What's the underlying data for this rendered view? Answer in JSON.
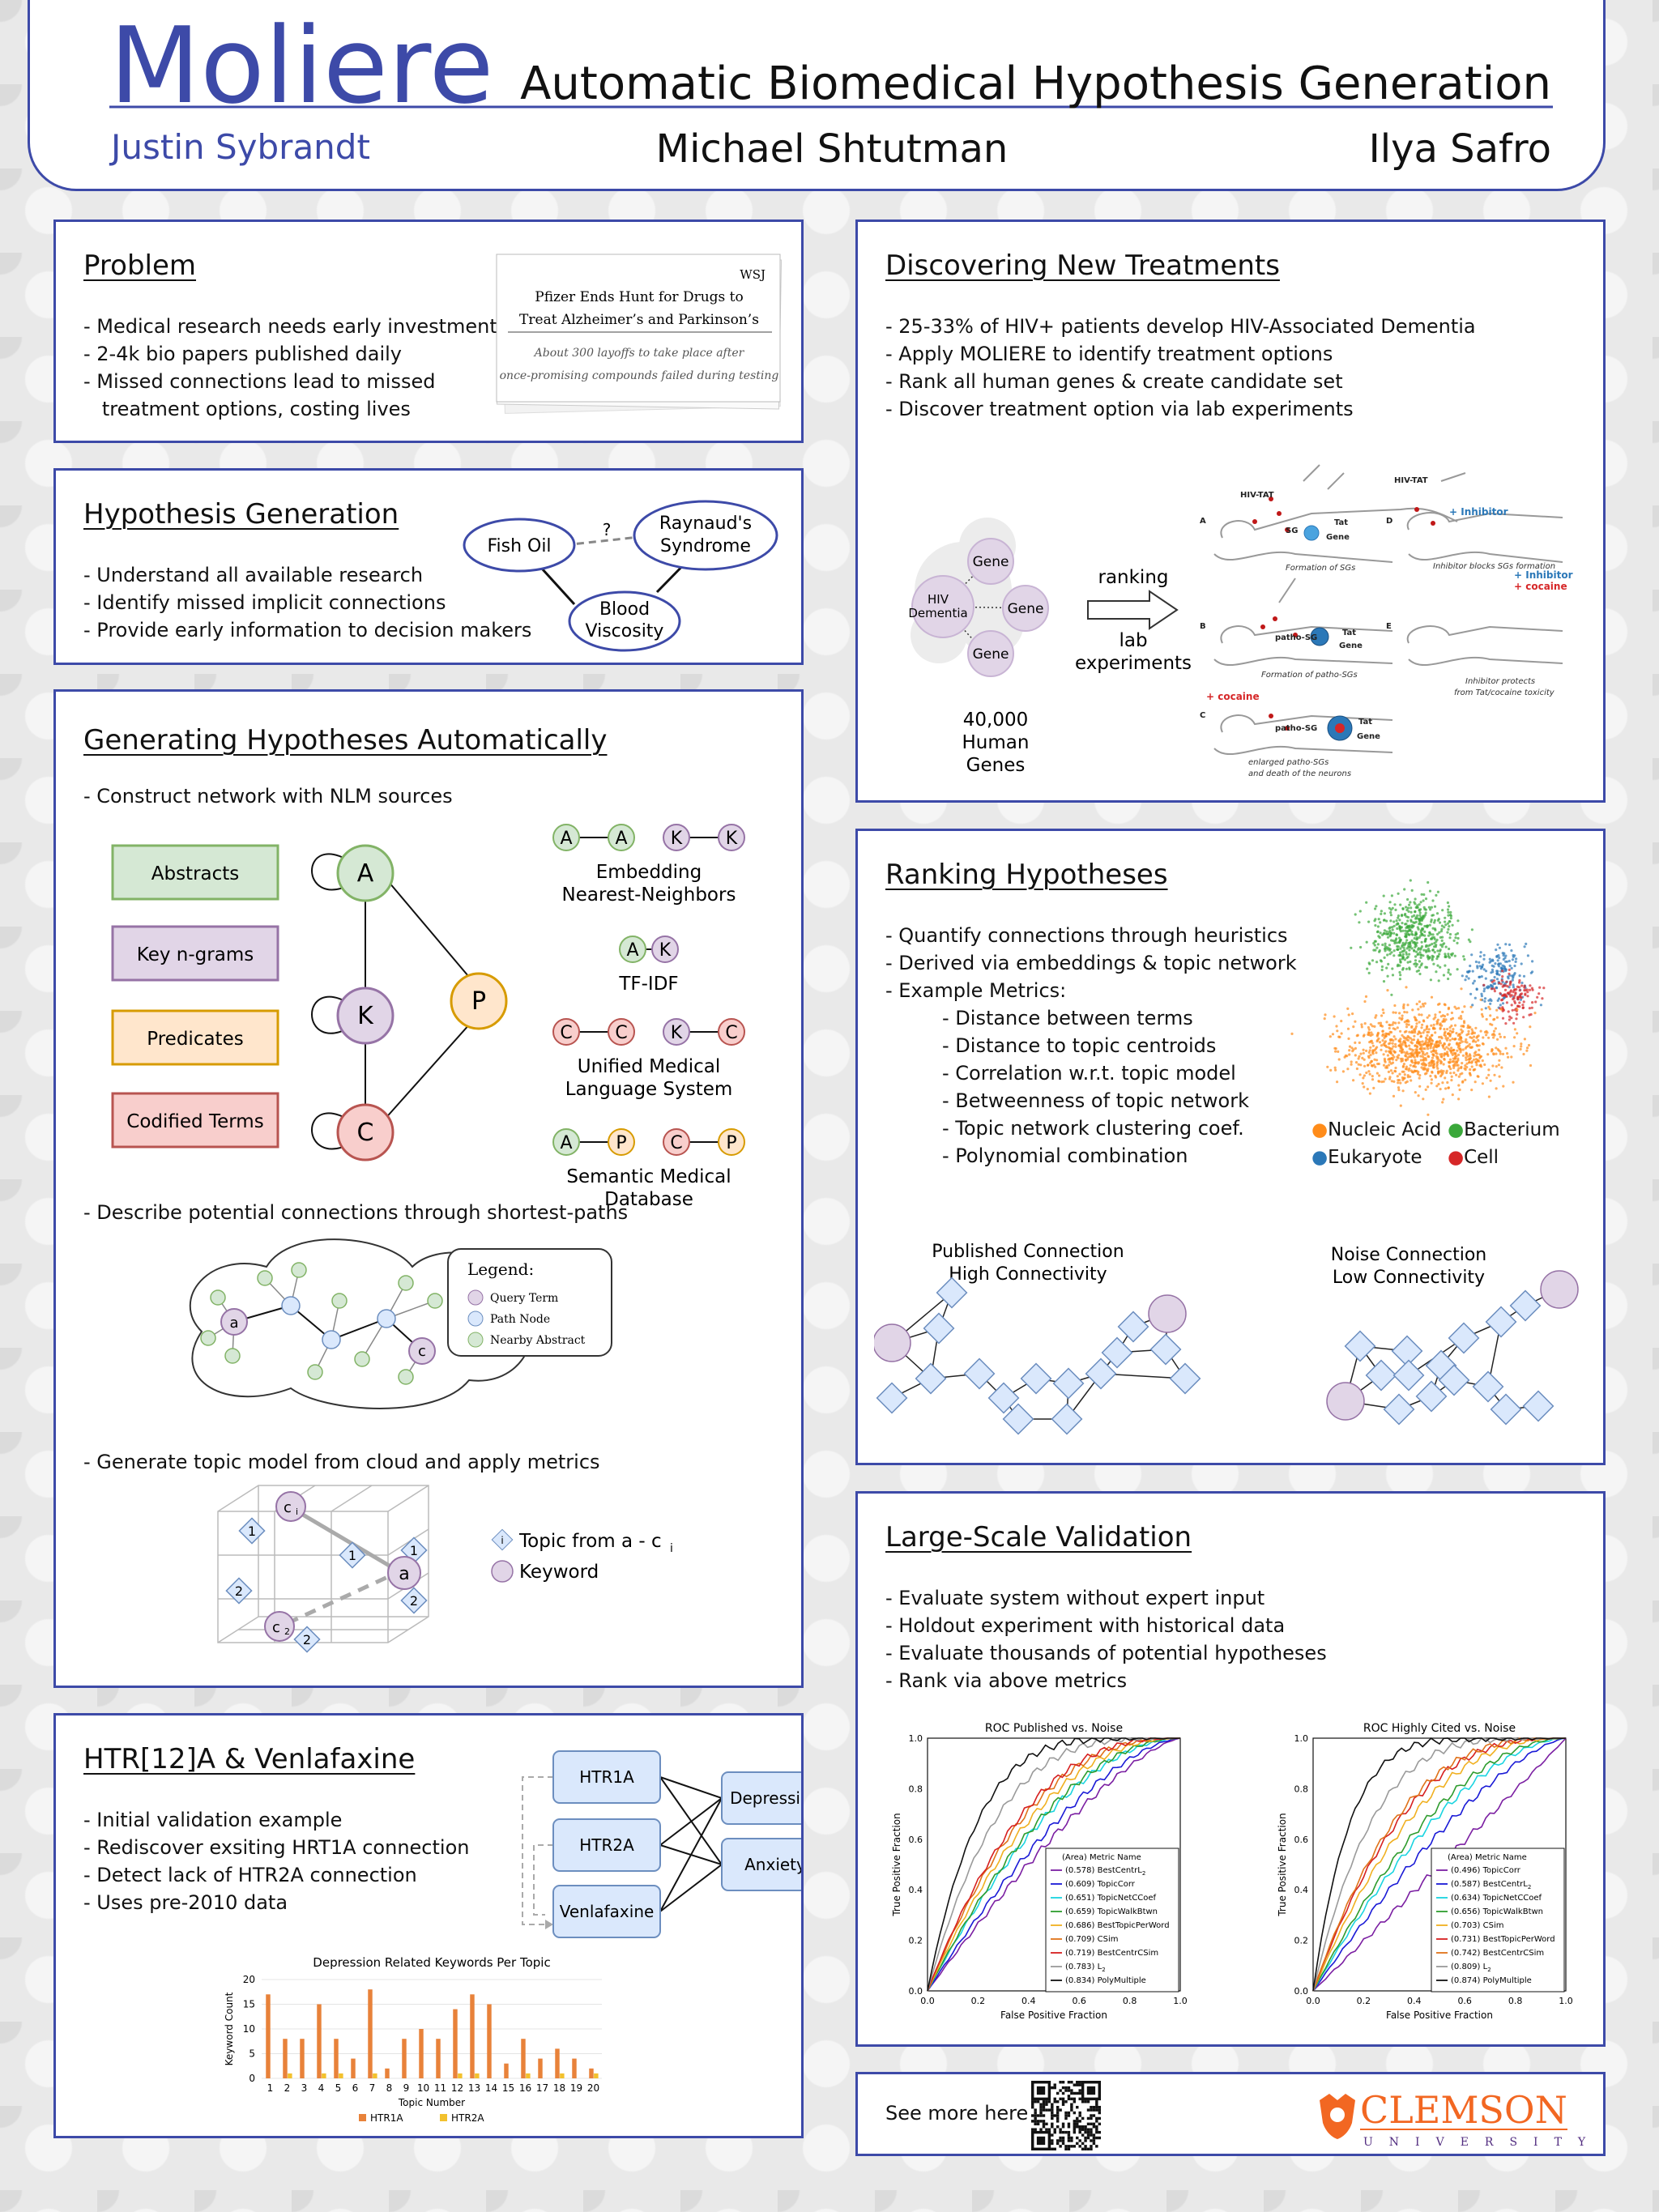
{
  "header": {
    "logo": "Moliere",
    "title": "Automatic Biomedical Hypothesis Generation",
    "authors": [
      "Justin Sybrandt",
      "Michael Shtutman",
      "Ilya Safro"
    ]
  },
  "problem": {
    "title": "Problem",
    "bullets": [
      "- Medical research needs early investment",
      "- 2-4k bio papers published daily",
      "- Missed connections lead to missed",
      "   treatment options, costing lives"
    ],
    "clipping": {
      "source": "WSJ",
      "headline1": "Pfizer Ends Hunt for Drugs to",
      "headline2": "Treat Alzheimer’s and Parkinson’s",
      "sub1": "About 300 layoffs to take place after",
      "sub2": "once-promising compounds failed during testing"
    }
  },
  "hypgen": {
    "title": "Hypothesis Generation",
    "bullets": [
      "- Understand all available research",
      "- Identify missed implicit connections",
      "- Provide early information to decision makers"
    ],
    "nodes": {
      "fish": "Fish Oil",
      "ray1": "Raynaud's",
      "ray2": "Syndrome",
      "blood1": "Blood",
      "blood2": "Viscosity",
      "q": "?"
    }
  },
  "genauto": {
    "title": "Generating Hypotheses Automatically",
    "bullet1": "- Construct network with NLM sources",
    "sources": [
      "Abstracts",
      "Key n-grams",
      "Predicates",
      "Codified Terms"
    ],
    "graph_nodes": [
      "A",
      "K",
      "P",
      "C"
    ],
    "edge_types": [
      {
        "nodes": [
          "A",
          "A",
          "K",
          "K"
        ],
        "label1": "Embedding",
        "label2": "Nearest-Neighbors"
      },
      {
        "nodes": [
          "A",
          "K"
        ],
        "label1": "TF-IDF",
        "label2": ""
      },
      {
        "nodes": [
          "C",
          "C",
          "K",
          "C"
        ],
        "label1": "Unified Medical",
        "label2": "Language System"
      },
      {
        "nodes": [
          "A",
          "P",
          "C",
          "P"
        ],
        "label1": "Semantic Medical",
        "label2": "Database"
      }
    ],
    "bullet2": "- Describe potential connections through shortest-paths",
    "legend": {
      "title": "Legend:",
      "items": [
        "Query Term",
        "Path Node",
        "Nearby Abstract"
      ],
      "a": "a",
      "c": "c"
    },
    "bullet3": "- Generate topic model from cloud and apply metrics",
    "topic_legend": {
      "topic": "Topic from a - c",
      "topic_sub": "i",
      "keyword": "Keyword",
      "i": "i"
    },
    "cube": {
      "a": "a",
      "c1": "c",
      "c1_sub": "i",
      "c2": "c",
      "c2_sub": "2",
      "d1": "1",
      "d2": "2"
    }
  },
  "htr": {
    "title": "HTR[12]A & Venlafaxine",
    "bullets": [
      "- Initial validation example",
      "- Rediscover exsiting HRT1A connection",
      "- Detect lack of HTR2A connection",
      "- Uses pre-2010 data"
    ],
    "boxes": [
      "HTR1A",
      "HTR2A",
      "Venlafaxine",
      "Depression",
      "Anxiety"
    ]
  },
  "treat": {
    "title": "Discovering New Treatments",
    "bullets": [
      "- 25-33% of HIV+ patients develop HIV-Associated Dementia",
      "- Apply MOLIERE to identify treatment options",
      "- Rank all human genes & create candidate set",
      "- Discover treatment option via lab experiments"
    ],
    "hiv1": "HIV",
    "hiv2": "Dementia",
    "gene": "Gene",
    "arrow_top": "ranking",
    "arrow_bot1": "lab",
    "arrow_bot2": "experiments",
    "genes_label": [
      "40,000",
      "Human",
      "Genes"
    ],
    "figure_labels": {
      "hivtat": "HIV-TAT",
      "tat": "Tat",
      "sg": "SG",
      "gene": "Gene",
      "inhibitor": "+ Inhibitor",
      "cocaine": "+ cocaine",
      "a": "A",
      "b": "B",
      "c": "C",
      "d": "D",
      "e": "E",
      "patho": "patho-SG",
      "cap1": "Formation of SGs",
      "cap2": "Formation of patho-SGs",
      "cap3a": "enlarged patho-SGs",
      "cap3b": "and death of the neurons",
      "cap4": "Inhibitor blocks SGs formation",
      "cap5a": "Inhibitor protects",
      "cap5b": "from Tat/cocaine toxicity"
    }
  },
  "rank": {
    "title": "Ranking Hypotheses",
    "bullets": [
      "- Quantify connections through heuristics",
      "- Derived via embeddings & topic network",
      "",
      "- Example Metrics:"
    ],
    "metrics": [
      "- Distance between terms",
      "- Distance to topic centroids",
      "- Correlation w.r.t. topic model",
      "- Betweenness of topic network",
      "- Topic network clustering coef.",
      "- Polynomial combination"
    ],
    "legend": [
      {
        "label": "Nucleic Acid",
        "color": "#ff8c1a"
      },
      {
        "label": "Bacterium",
        "color": "#3aa83a"
      },
      {
        "label": "Eukaryote",
        "color": "#2b78b8"
      },
      {
        "label": "Cell",
        "color": "#d62728"
      }
    ],
    "pub1": "Published Connection",
    "pub2": "High Connectivity",
    "noise1": "Noise Connection",
    "noise2": "Low Connectivity"
  },
  "valid": {
    "title": "Large-Scale Validation",
    "bullets": [
      "- Evaluate system without expert input",
      "- Holdout experiment with historical data",
      "- Evaluate thousands of potential hypotheses",
      "- Rank via above metrics"
    ]
  },
  "footer": {
    "see_more": "See more here",
    "clemson": "CLEMSON",
    "university": "UNIVERSITY"
  },
  "chart_data": [
    {
      "type": "bar",
      "title": "Depression Related Keywords Per Topic",
      "xlabel": "Topic Number",
      "ylabel": "Keyword Count",
      "categories": [
        "1",
        "2",
        "3",
        "4",
        "5",
        "6",
        "7",
        "8",
        "9",
        "10",
        "11",
        "12",
        "13",
        "14",
        "15",
        "16",
        "17",
        "18",
        "19",
        "20"
      ],
      "series": [
        {
          "name": "HTR1A",
          "color": "#e8823a",
          "values": [
            17,
            8,
            8,
            15,
            8,
            4,
            18,
            2,
            8,
            10,
            8,
            14,
            17,
            15,
            3,
            8,
            4,
            6,
            4,
            2
          ]
        },
        {
          "name": "HTR2A",
          "color": "#f2c12e",
          "values": [
            0,
            1,
            0,
            1,
            1,
            0,
            1,
            0,
            0,
            0,
            0,
            1,
            1,
            0,
            0,
            1,
            0,
            1,
            0,
            1
          ]
        }
      ],
      "yticks": [
        0,
        5,
        10,
        15,
        20
      ],
      "ylim": [
        0,
        20
      ],
      "legend": "bottom"
    },
    {
      "type": "line",
      "title": "ROC Published vs. Noise",
      "xlabel": "False Positive Fraction",
      "ylabel": "True Positive Fraction",
      "xlim": [
        0,
        1
      ],
      "ylim": [
        0,
        1
      ],
      "ticks": [
        "0.0",
        "0.2",
        "0.4",
        "0.6",
        "0.8",
        "1.0"
      ],
      "legend_title": "(Area) Metric Name",
      "series": [
        {
          "name": "(0.578) BestCentrL",
          "sub": "2",
          "color": "#7b1fa2",
          "auc": 0.578
        },
        {
          "name": "(0.609) TopicCorr",
          "color": "#1a1ad6",
          "auc": 0.609
        },
        {
          "name": "(0.651) TopicNetCCoef",
          "color": "#19d4e0",
          "auc": 0.651
        },
        {
          "name": "(0.659) TopicWalkBtwn",
          "color": "#2e9c2e",
          "auc": 0.659
        },
        {
          "name": "(0.686) BestTopicPerWord",
          "color": "#f0b020",
          "auc": 0.686
        },
        {
          "name": "(0.709) CSim",
          "color": "#e0731a",
          "auc": 0.709
        },
        {
          "name": "(0.719) BestCentrCSim",
          "color": "#d62020",
          "auc": 0.719
        },
        {
          "name": "(0.783) L",
          "sub": "2",
          "color": "#9a9a9a",
          "auc": 0.783
        },
        {
          "name": "(0.834) PolyMultiple",
          "color": "#111111",
          "auc": 0.834
        }
      ]
    },
    {
      "type": "line",
      "title": "ROC Highly Cited vs. Noise",
      "xlabel": "False Positive Fraction",
      "ylabel": "True Positive Fraction",
      "xlim": [
        0,
        1
      ],
      "ylim": [
        0,
        1
      ],
      "ticks": [
        "0.0",
        "0.2",
        "0.4",
        "0.6",
        "0.8",
        "1.0"
      ],
      "legend_title": "(Area) Metric Name",
      "series": [
        {
          "name": "(0.496) TopicCorr",
          "color": "#7b1fa2",
          "auc": 0.496
        },
        {
          "name": "(0.587) BestCentrL",
          "sub": "2",
          "color": "#1a1ad6",
          "auc": 0.587
        },
        {
          "name": "(0.634) TopicNetCCoef",
          "color": "#19d4e0",
          "auc": 0.634
        },
        {
          "name": "(0.656) TopicWalkBtwn",
          "color": "#2e9c2e",
          "auc": 0.656
        },
        {
          "name": "(0.703) CSim",
          "color": "#f0b020",
          "auc": 0.703
        },
        {
          "name": "(0.731) BestTopicPerWord",
          "color": "#d62020",
          "auc": 0.731
        },
        {
          "name": "(0.742) BestCentrCSim",
          "color": "#e0731a",
          "auc": 0.742
        },
        {
          "name": "(0.809) L",
          "sub": "2",
          "color": "#9a9a9a",
          "auc": 0.809
        },
        {
          "name": "(0.874) PolyMultiple",
          "color": "#111111",
          "auc": 0.874
        }
      ]
    }
  ]
}
